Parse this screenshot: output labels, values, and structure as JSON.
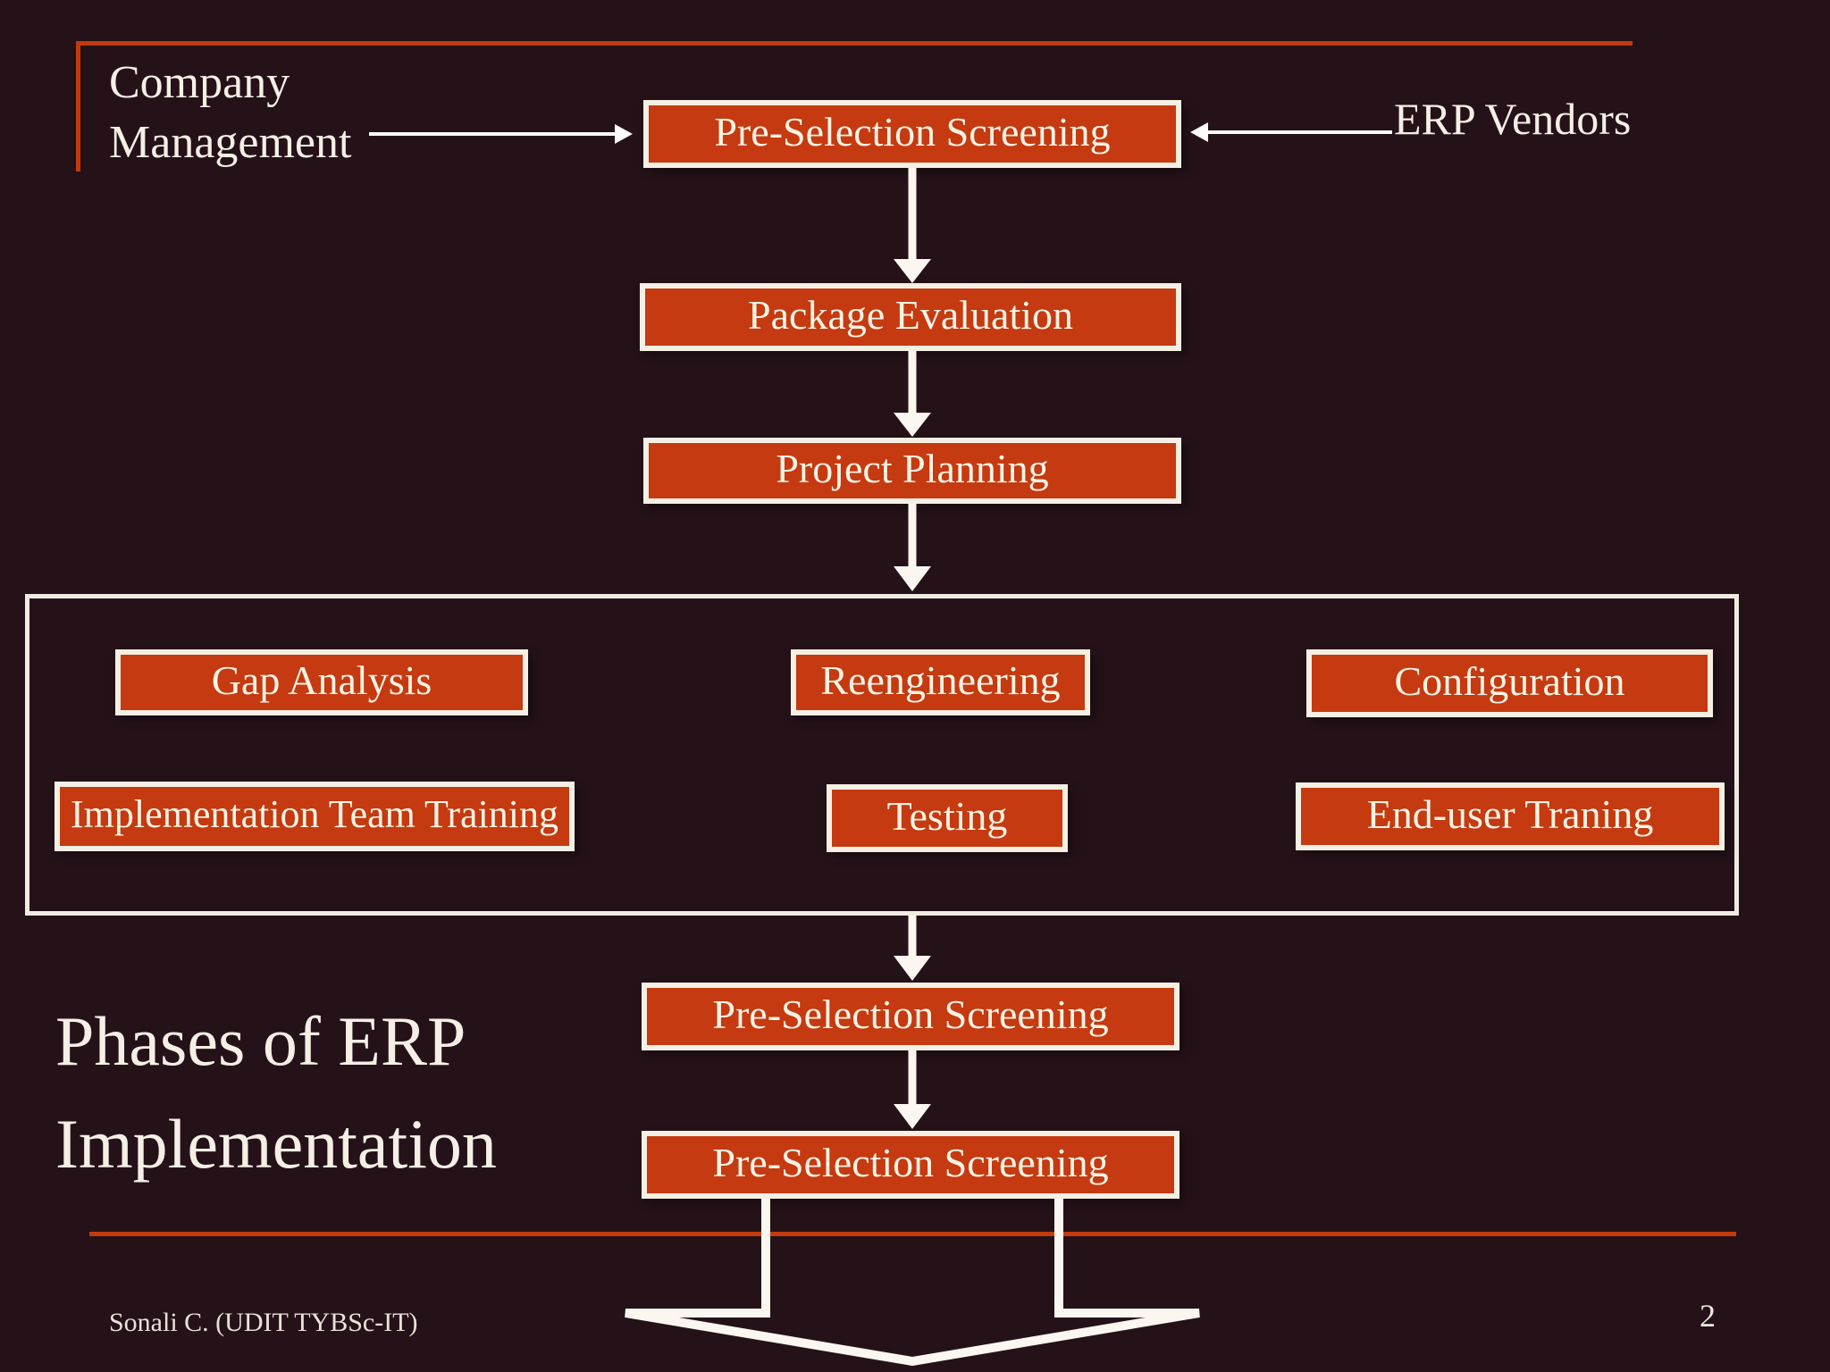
{
  "slide": {
    "title_line1": "Phases of ERP",
    "title_line2": "Implementation",
    "footer": "Sonali C. (UDIT TYBSc-IT)",
    "page_number": "2"
  },
  "actors": {
    "company_line1": "Company",
    "company_line2": "Management",
    "vendors": "ERP Vendors"
  },
  "phases": {
    "pre_selection_top": "Pre-Selection Screening",
    "package_evaluation": "Package Evaluation",
    "project_planning": "Project Planning",
    "gap_analysis": "Gap Analysis",
    "reengineering": "Reengineering",
    "configuration": "Configuration",
    "team_training": "Implementation Team Training",
    "testing": "Testing",
    "end_user_training": "End-user Traning",
    "pre_selection_mid": "Pre-Selection Screening",
    "pre_selection_bottom": "Pre-Selection Screening"
  },
  "colors": {
    "background": "#251219",
    "box_fill": "#c53a10",
    "accent_line": "#c23a0e",
    "box_border": "#f5efe4",
    "text": "#f5efe6"
  }
}
